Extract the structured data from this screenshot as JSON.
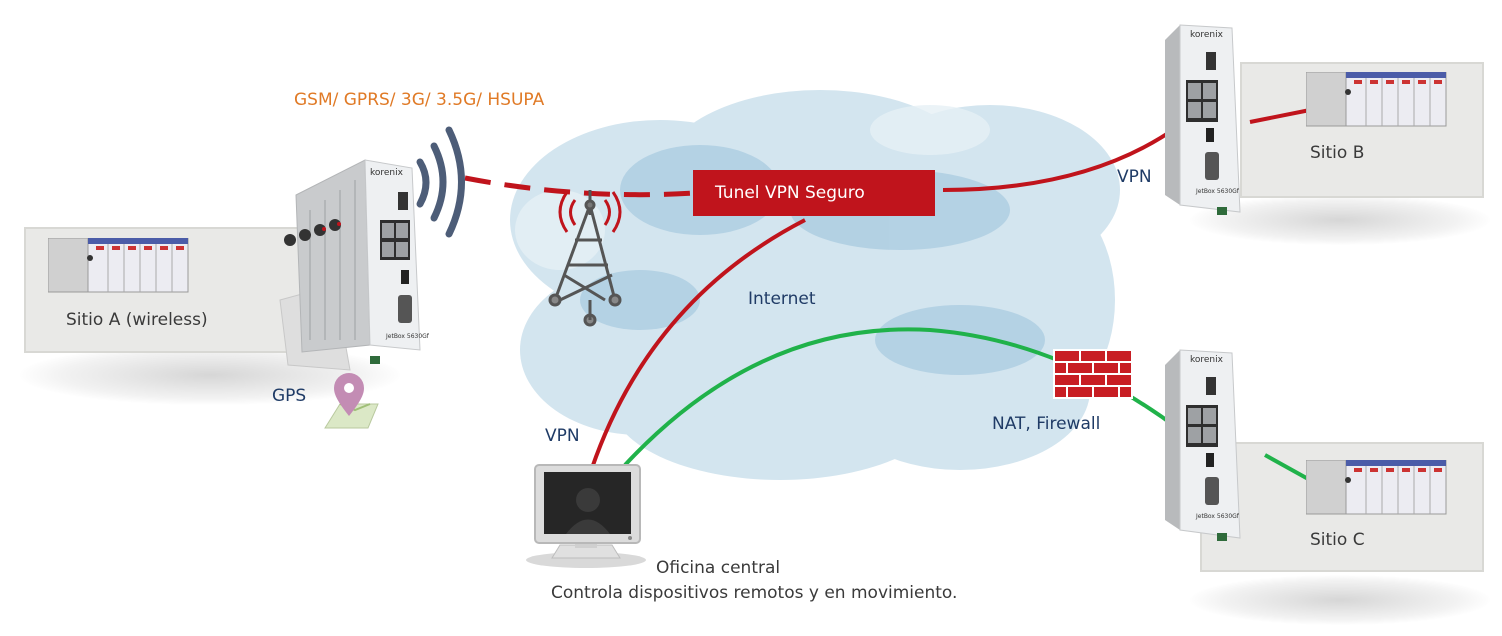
{
  "diagram": {
    "protocols": "GSM/ GPRS/ 3G/ 3.5G/ HSUPA",
    "tunnel_label": "Tunel VPN Seguro",
    "internet_label": "Internet",
    "vpn_label_b": "VPN",
    "vpn_label_office": "VPN",
    "nat_firewall_label": "NAT, Firewall",
    "gps_label": "GPS",
    "site_a": "Sitio A (wireless)",
    "site_b": "Sitio B",
    "site_c": "Sitio C",
    "office_title": "Oficina central",
    "office_desc": "Controla dispositivos remotos y en movimiento.",
    "device_brand": "korenix",
    "device_model": "JetBox 5630Gf",
    "colors": {
      "vpn_red": "#c0141c",
      "lan_green": "#20b24a",
      "cloud": "#c8deea",
      "text_navy": "#1f3b66",
      "text_orange": "#e07a26"
    }
  }
}
